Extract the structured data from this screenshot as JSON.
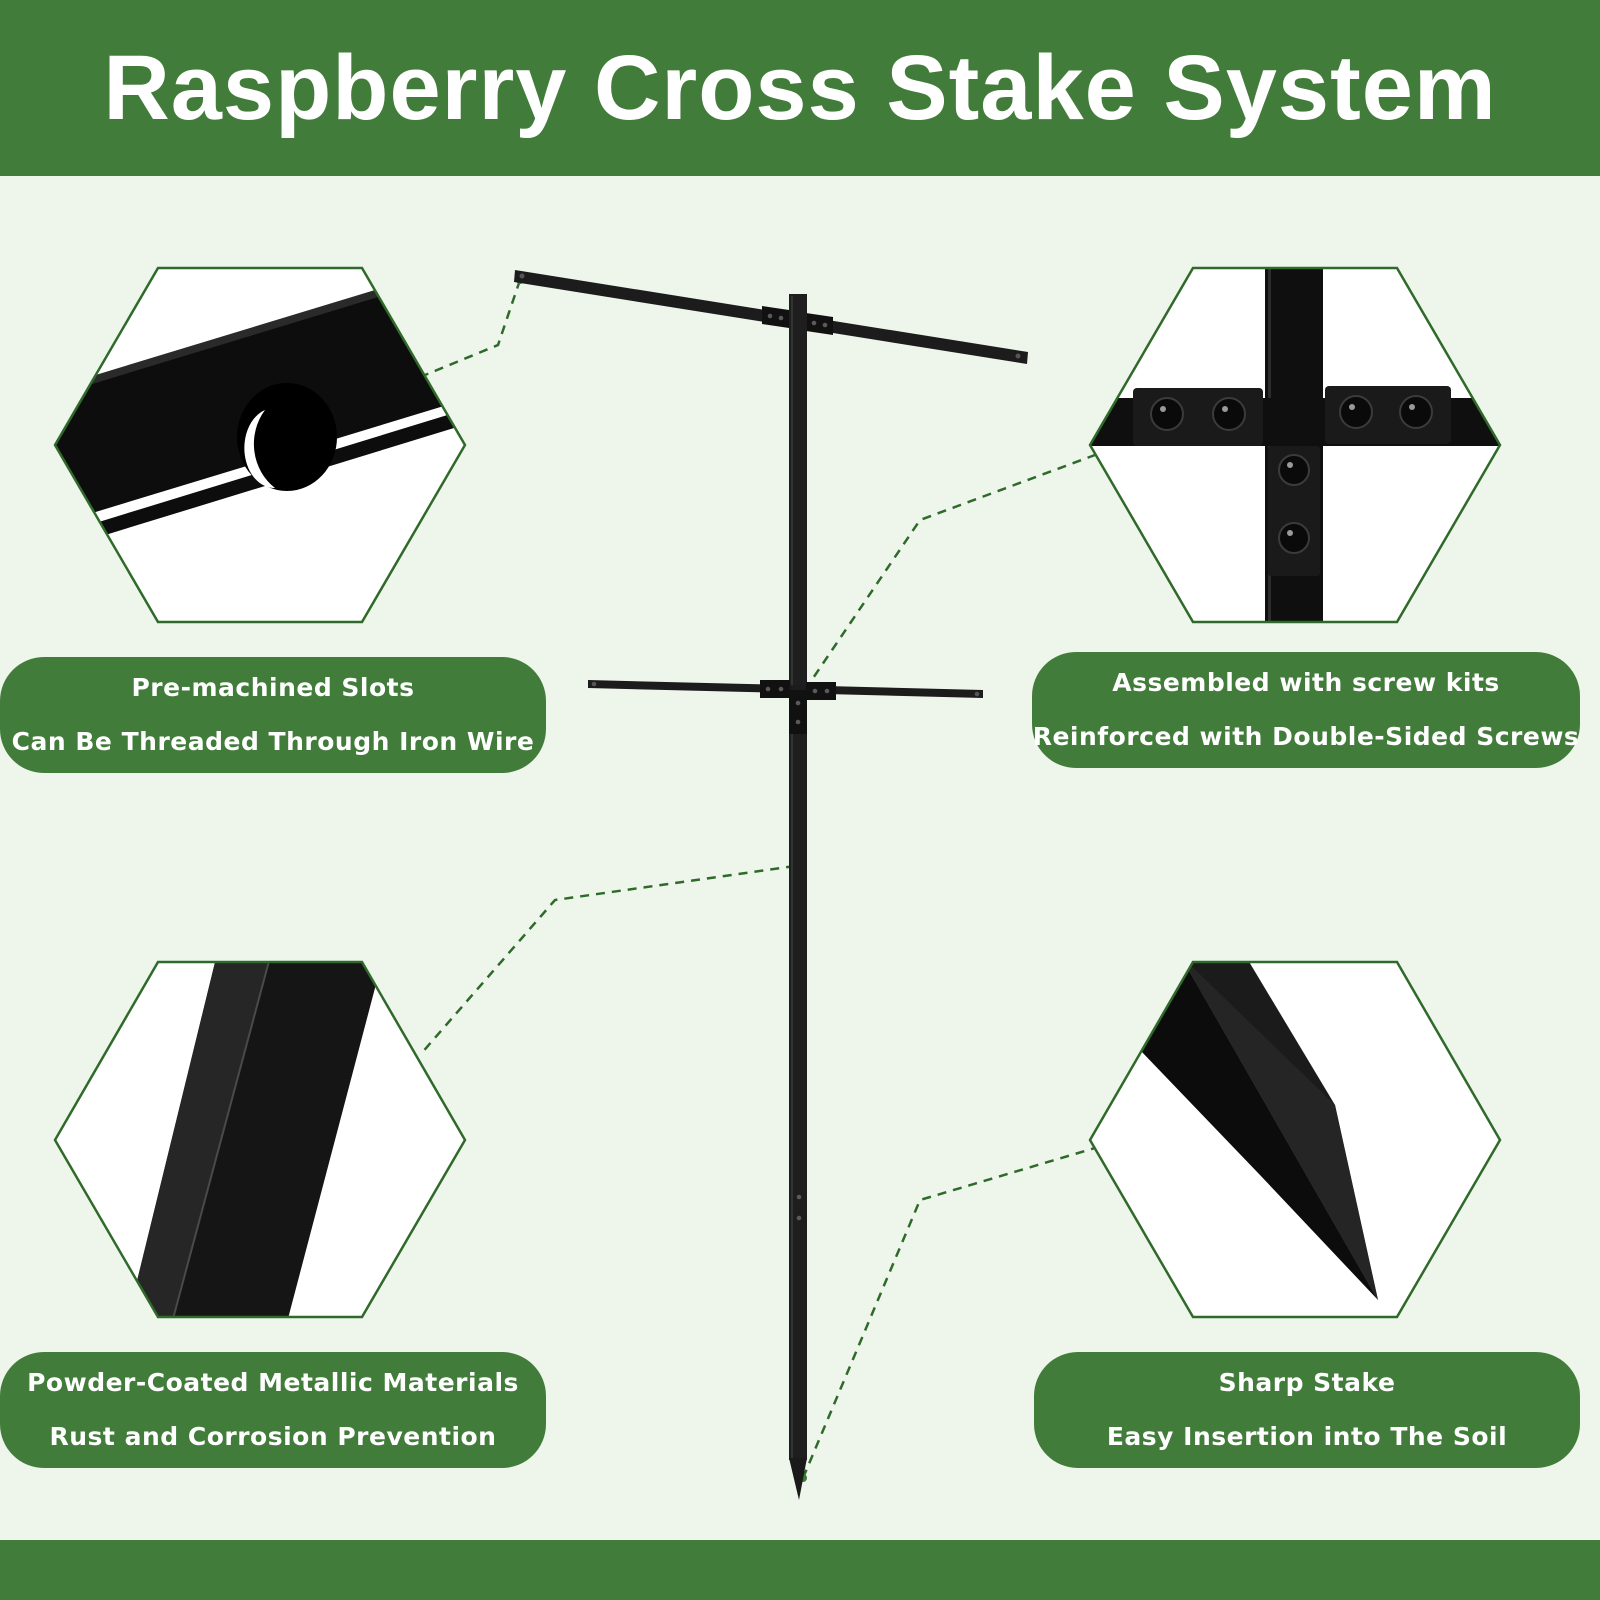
{
  "title": "Raspberry Cross Stake System",
  "features": {
    "slots": {
      "line1": "Pre-machined Slots",
      "line2": "Can Be Threaded Through Iron Wire"
    },
    "screws": {
      "line1": "Assembled with screw kits",
      "line2": "Reinforced with Double-Sided Screws"
    },
    "coating": {
      "line1": "Powder-Coated Metallic Materials",
      "line2": "Rust and Corrosion Prevention"
    },
    "stake": {
      "line1": "Sharp Stake",
      "line2": "Easy Insertion into The Soil"
    }
  },
  "colors": {
    "brand_green": "#427c3a",
    "background": "#eef6ec",
    "metal": "#1a1a1a"
  },
  "icons": [
    "slot-hole-detail",
    "screw-joint-detail",
    "powder-coat-detail",
    "sharp-tip-detail"
  ]
}
